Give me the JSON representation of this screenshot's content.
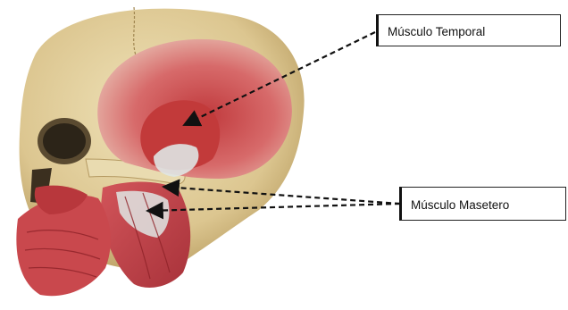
{
  "labels": {
    "temporal": "Músculo Temporal",
    "masetero": "Músculo Masetero"
  },
  "illustration": {
    "subject": "skull-with-facial-muscles",
    "colors": {
      "bone": "#e3d2a3",
      "bone_shadow": "#b59a62",
      "muscle": "#c8454a",
      "muscle_dark": "#9e2a30",
      "tendon": "#dfe6e4",
      "leader_line": "#111111"
    }
  }
}
